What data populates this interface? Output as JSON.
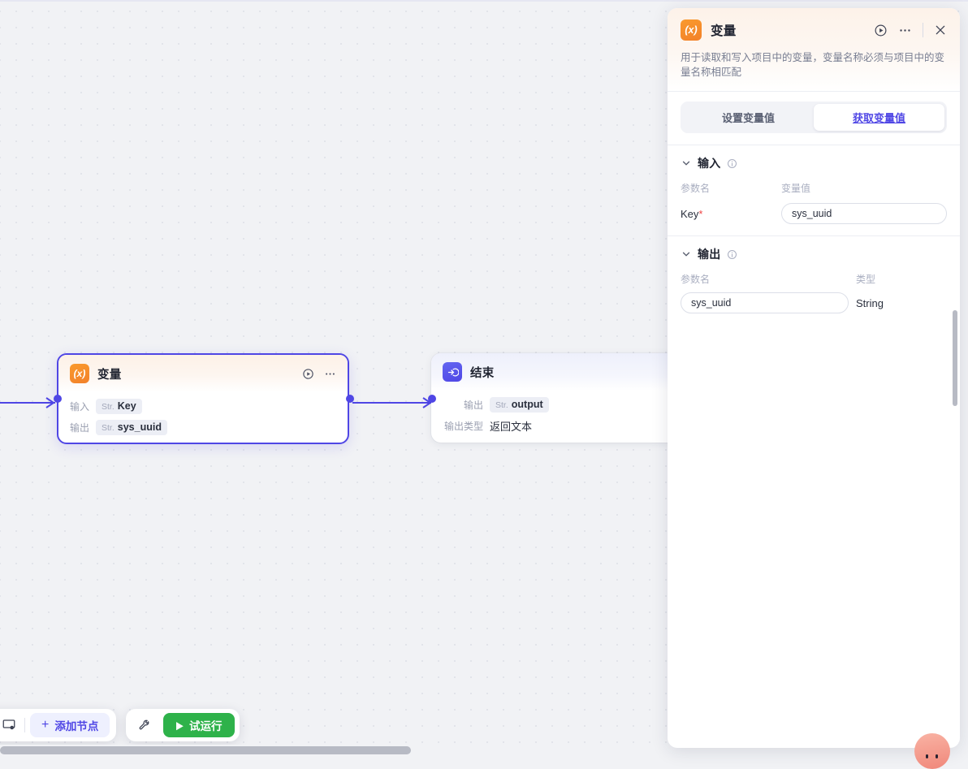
{
  "canvas": {
    "nodes": [
      {
        "id": "variable",
        "icon_name": "variable-fx-icon",
        "icon_glyph": "(x)",
        "title": "变量",
        "selected": true,
        "rows": [
          {
            "label": "输入",
            "type_tag": "Str.",
            "value": "Key"
          },
          {
            "label": "输出",
            "type_tag": "Str.",
            "value": "sys_uuid"
          }
        ]
      },
      {
        "id": "end",
        "icon_name": "end-arrow-icon",
        "title": "结束",
        "selected": false,
        "rows": [
          {
            "label": "输出",
            "type_tag": "Str.",
            "value": "output"
          },
          {
            "label": "输出类型",
            "plain_value": "返回文本"
          }
        ]
      }
    ]
  },
  "toolbar": {
    "left_icon": "screen-settings-icon",
    "add_node_label": "添加节点",
    "add_node_plus": "+",
    "wrench_icon": "wrench-icon",
    "run_label": "试运行",
    "run_play_glyph": "▶",
    "run_color": "#2eb24a",
    "accent_color": "#4f46e5"
  },
  "panel": {
    "icon_name": "variable-fx-icon",
    "icon_glyph": "(x)",
    "title": "变量",
    "description": "用于读取和写入项目中的变量，变量名称必须与项目中的变量名称相匹配",
    "actions": {
      "run_icon": "play-circle-icon",
      "more_icon": "ellipsis-icon",
      "close_icon": "close-icon"
    },
    "tabs": [
      {
        "label": "设置变量值",
        "active": false
      },
      {
        "label": "获取变量值",
        "active": true
      }
    ],
    "input_section": {
      "title": "输入",
      "info_icon": "info-icon",
      "col_headers": {
        "name": "参数名",
        "value": "变量值"
      },
      "rows": [
        {
          "name": "Key",
          "required": true,
          "value": "sys_uuid"
        }
      ]
    },
    "output_section": {
      "title": "输出",
      "info_icon": "info-icon",
      "col_headers": {
        "name": "参数名",
        "type": "类型"
      },
      "rows": [
        {
          "name": "sys_uuid",
          "type": "String"
        }
      ]
    }
  }
}
